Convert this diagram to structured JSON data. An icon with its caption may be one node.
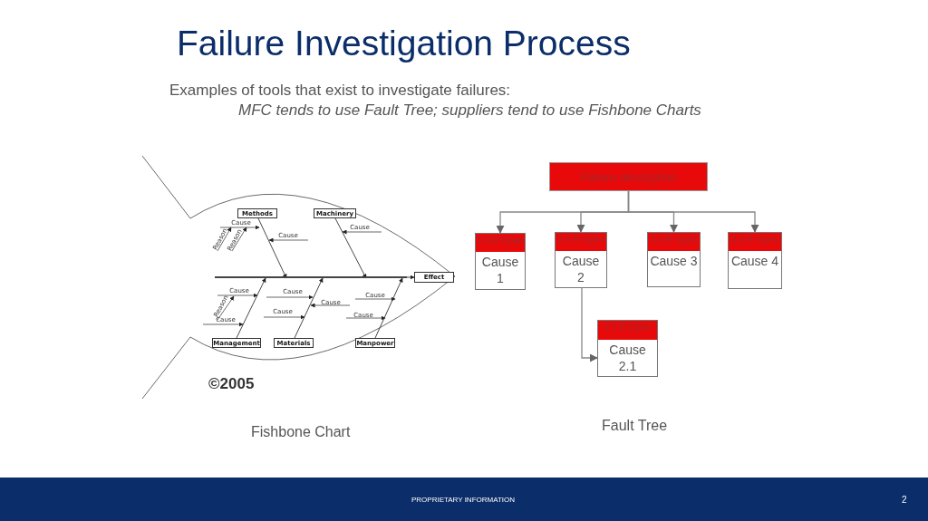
{
  "diagram": {
    "title": "Failure Investigation Process",
    "nodes": [
      {
        "text": [
          "Methods"
        ]
      },
      {
        "text": [
          "Machinery"
        ]
      },
      {
        "text": [
          "Effect"
        ]
      },
      {
        "text": [
          "Management"
        ]
      },
      {
        "text": [
          "Materials"
        ]
      },
      {
        "text": [
          "Manpower"
        ]
      },
      {
        "text": [
          "Failure description"
        ]
      },
      {
        "text": [
          "1.0 R Open",
          "Cause 1"
        ]
      },
      {
        "text": [
          "2.0 R Open",
          "Cause 2"
        ]
      },
      {
        "text": [
          "3.0 R Open",
          "Cause 3"
        ]
      },
      {
        "text": [
          "4.0 R Open",
          "Cause 4"
        ]
      },
      {
        "text": [
          "2.1 R Open",
          "Cause 2.1"
        ]
      },
      {
        "text": [],
        "shape": "bar"
      }
    ],
    "edges": [
      {
        "from": 0,
        "to": 12,
        "arrow": "to"
      },
      {
        "from": 1,
        "to": 12,
        "arrow": "to"
      },
      {
        "from": 12,
        "to": 2,
        "arrow": "to"
      },
      {
        "from": 3,
        "to": 12,
        "arrow": "to"
      },
      {
        "from": 4,
        "to": 12,
        "arrow": "to"
      },
      {
        "from": 5,
        "to": 12,
        "arrow": "to"
      },
      {
        "from": 6,
        "to": 7,
        "arrow": "to"
      },
      {
        "from": 6,
        "to": 8,
        "arrow": "to"
      },
      {
        "from": 6,
        "to": 9,
        "arrow": "to"
      },
      {
        "from": 6,
        "to": 10,
        "arrow": "to"
      },
      {
        "from": 8,
        "to": 11,
        "arrow": "to"
      }
    ],
    "labels": [
      "Examples of tools that exist to investigate failures:",
      "MFC tends to use Fault Tree; suppliers tend to use Fishbone Charts",
      "Cause",
      "Cause",
      "Cause",
      "Reason",
      "Reason",
      "Cause",
      "Cause",
      "Cause",
      "Cause",
      "Cause",
      "Cause",
      "Reason",
      "Cause",
      "©2005",
      "Fishbone Chart",
      "Fault Tree",
      "PROPRIETARY INFORMATION",
      "2"
    ]
  }
}
